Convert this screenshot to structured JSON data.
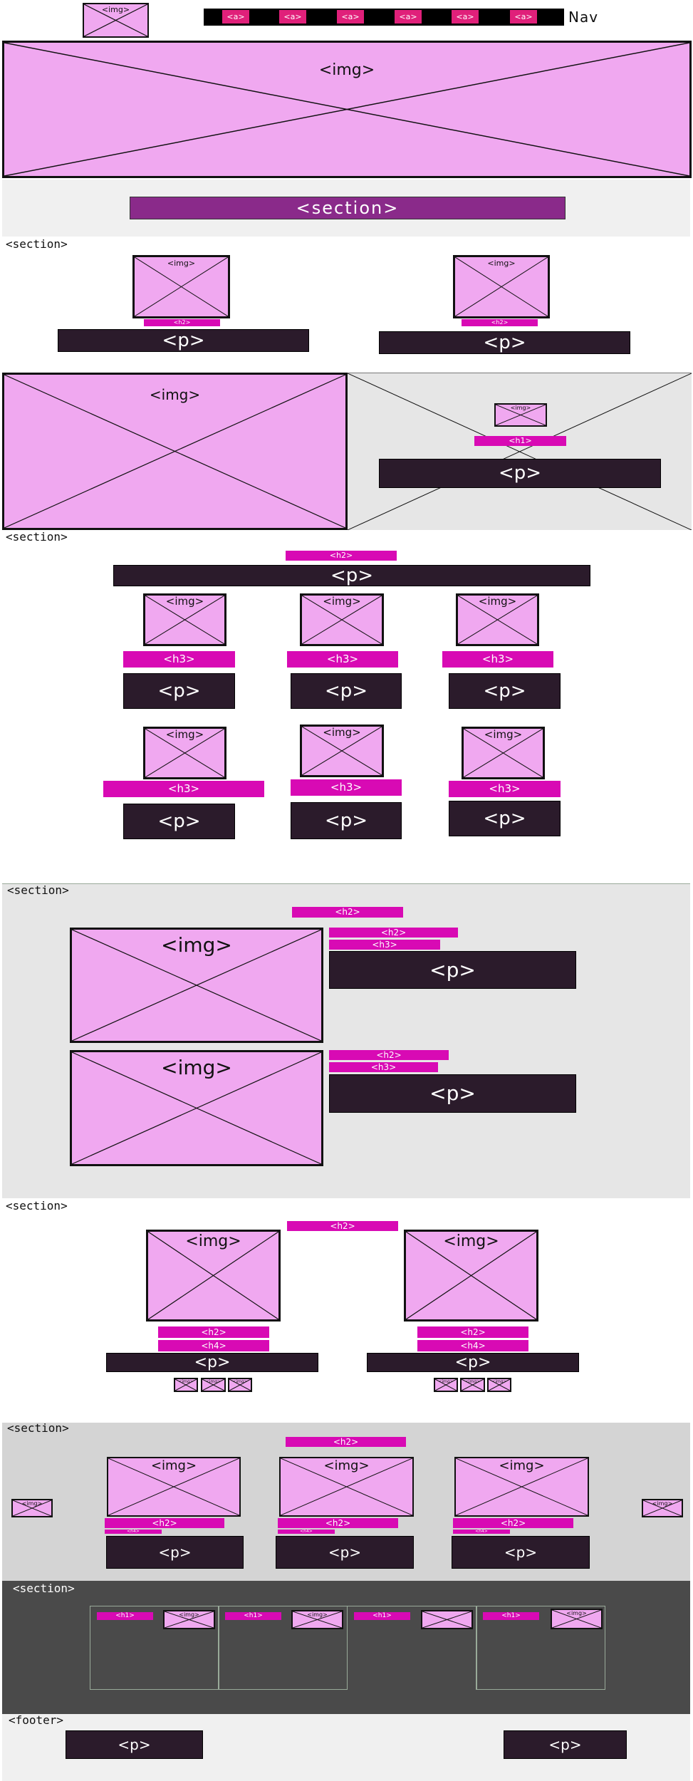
{
  "labels": {
    "img": "<img>",
    "p": "<p>",
    "h1": "<h1>",
    "h2": "<h2>",
    "h3": "<h3>",
    "h4": "<h4>",
    "a": "<a>",
    "section": "<section>",
    "footer": "<footer>",
    "nav": "Nav"
  },
  "colors": {
    "placeholder_fill": "#f0a8f0",
    "heading_tag": "#d80ab4",
    "paragraph_block": "#2b1b2b",
    "nav_link": "#e0207a",
    "section_banner": "#8a2a8a",
    "light_band": "#e6e6e6",
    "dark_band": "#4a4a4a"
  }
}
